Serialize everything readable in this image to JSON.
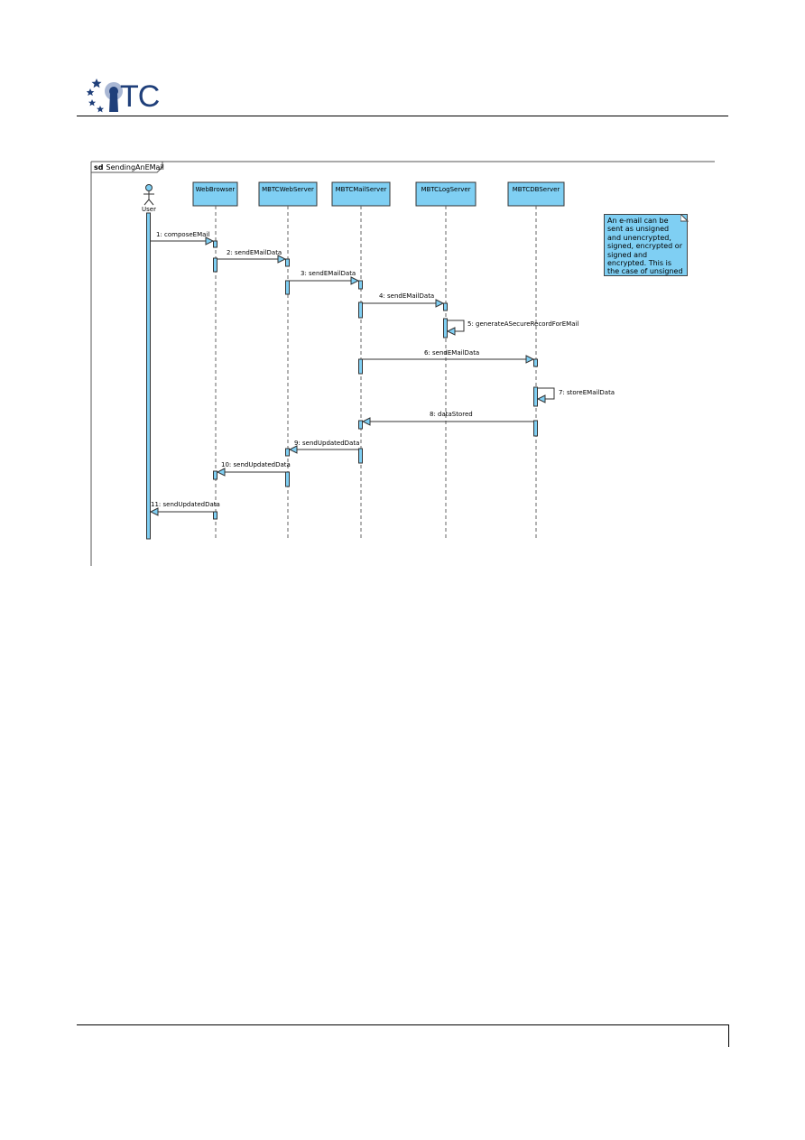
{
  "header": {
    "logo_text": "TC"
  },
  "diagram": {
    "frame_keyword": "sd",
    "frame_name": "SendingAnEMail",
    "actor": {
      "name": "User"
    },
    "lifelines": [
      {
        "name": "WebBrowser"
      },
      {
        "name": "MBTCWebServer"
      },
      {
        "name": "MBTCMailServer"
      },
      {
        "name": "MBTCLogServer"
      },
      {
        "name": "MBTCDBServer"
      }
    ],
    "messages": [
      {
        "label": "1: composeEMail"
      },
      {
        "label": "2: sendEMailData"
      },
      {
        "label": "3: sendEMailData"
      },
      {
        "label": "4: sendEMailData"
      },
      {
        "label": "5: generateASecureRecordForEMail"
      },
      {
        "label": "6: sendEMailData"
      },
      {
        "label": "7: storeEMailData"
      },
      {
        "label": "8: dataStored"
      },
      {
        "label": "9: sendUpdatedData"
      },
      {
        "label": "10: sendUpdatedData"
      },
      {
        "label": "11: sendUpdatedData"
      }
    ],
    "note": "An e-mail can be sent as unsigned and unencrypted, signed, encrypted or signed and encrypted. This is the case of unsigned and unencrypted.",
    "colors": {
      "box_fill": "#7fcff3",
      "stroke": "#333333"
    }
  }
}
